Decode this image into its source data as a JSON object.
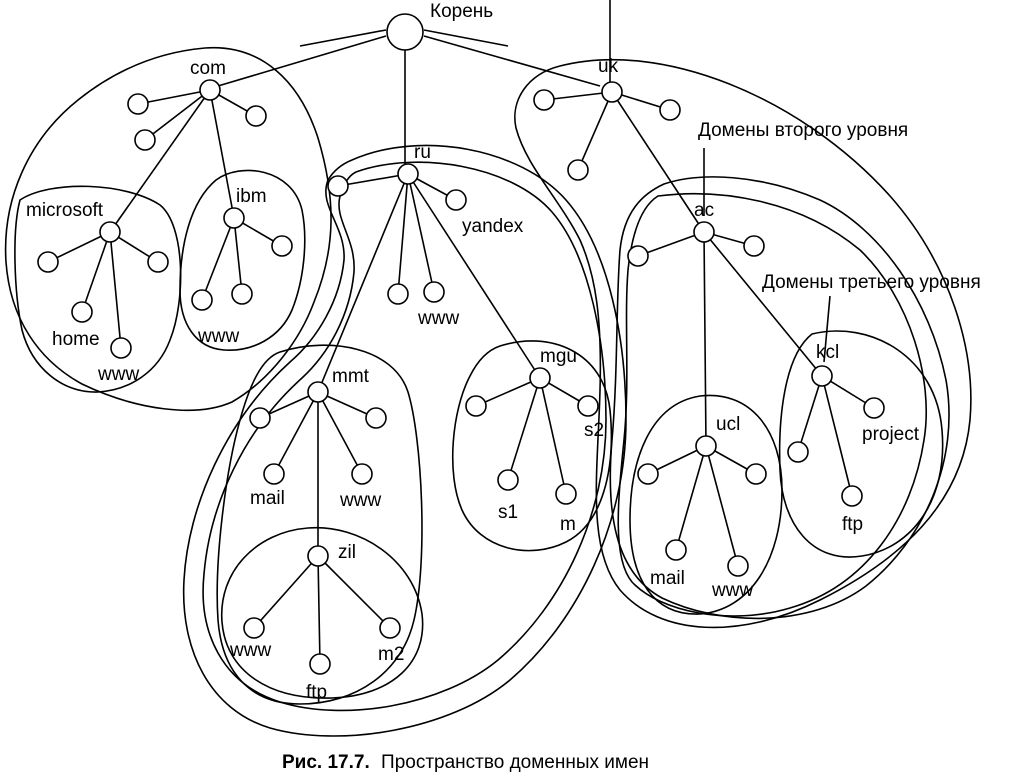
{
  "labels": {
    "root": "Корень",
    "com": "com",
    "ru": "ru",
    "uk": "uk",
    "microsoft": "microsoft",
    "ibm": "ibm",
    "home": "home",
    "www_ms": "www",
    "www_ibm": "www",
    "yandex": "yandex",
    "www_ru": "www",
    "mmt": "mmt",
    "mail_mmt": "mail",
    "www_mmt": "www",
    "zil": "zil",
    "www_zil": "www",
    "m2": "m2",
    "ftp_zil": "ftp",
    "mgu": "mgu",
    "s2": "s2",
    "s1": "s1",
    "m": "m",
    "ac": "ac",
    "ucl": "ucl",
    "mail_ucl": "mail",
    "www_ucl": "www",
    "kcl": "kcl",
    "project": "project",
    "ftp_kcl": "ftp"
  },
  "annotations": {
    "second_level": "Домены второго уровня",
    "third_level": "Домены третьего уровня"
  },
  "caption": {
    "prefix": "Рис. 17.7.",
    "text": "Пространство доменных имен"
  }
}
